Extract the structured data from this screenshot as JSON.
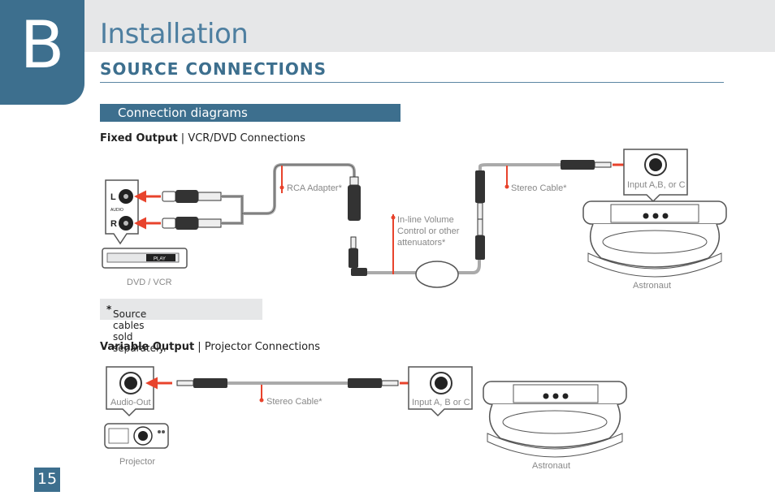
{
  "header": {
    "tab_letter": "B",
    "title": "Installation",
    "subtitle": "SOURCE CONNECTIONS"
  },
  "section_bar": "Connection diagrams",
  "fixed_output": {
    "heading_bold": "Fixed Output",
    "heading_rest": " | VCR/DVD Connections",
    "labels": {
      "rca_adapter": "RCA Adapter*",
      "stereo_cable": "Stereo Cable*",
      "inline_volume_1": "In-line Volume",
      "inline_volume_2": "Control or other",
      "inline_volume_3": "attenuators*",
      "input": "Input A,B, or C",
      "dvd_vcr": "DVD / VCR",
      "astronaut": "Astronaut",
      "audio": "AUDIO",
      "left": "L",
      "right": "R",
      "play": "PLAY"
    }
  },
  "footnote": {
    "star": "*",
    "text": " Source cables sold separately."
  },
  "variable_output": {
    "heading_bold": "Variable Output",
    "heading_rest": " | Projector Connections",
    "labels": {
      "audio_out": "Audio-Out",
      "stereo_cable": "Stereo Cable*",
      "input": "Input A, B or C",
      "projector": "Projector",
      "astronaut": "Astronaut"
    }
  },
  "page_number": "15",
  "colors": {
    "brand_blue": "#3d6f8e",
    "accent_red": "#e8432c",
    "band_gray": "#e6e7e8"
  }
}
